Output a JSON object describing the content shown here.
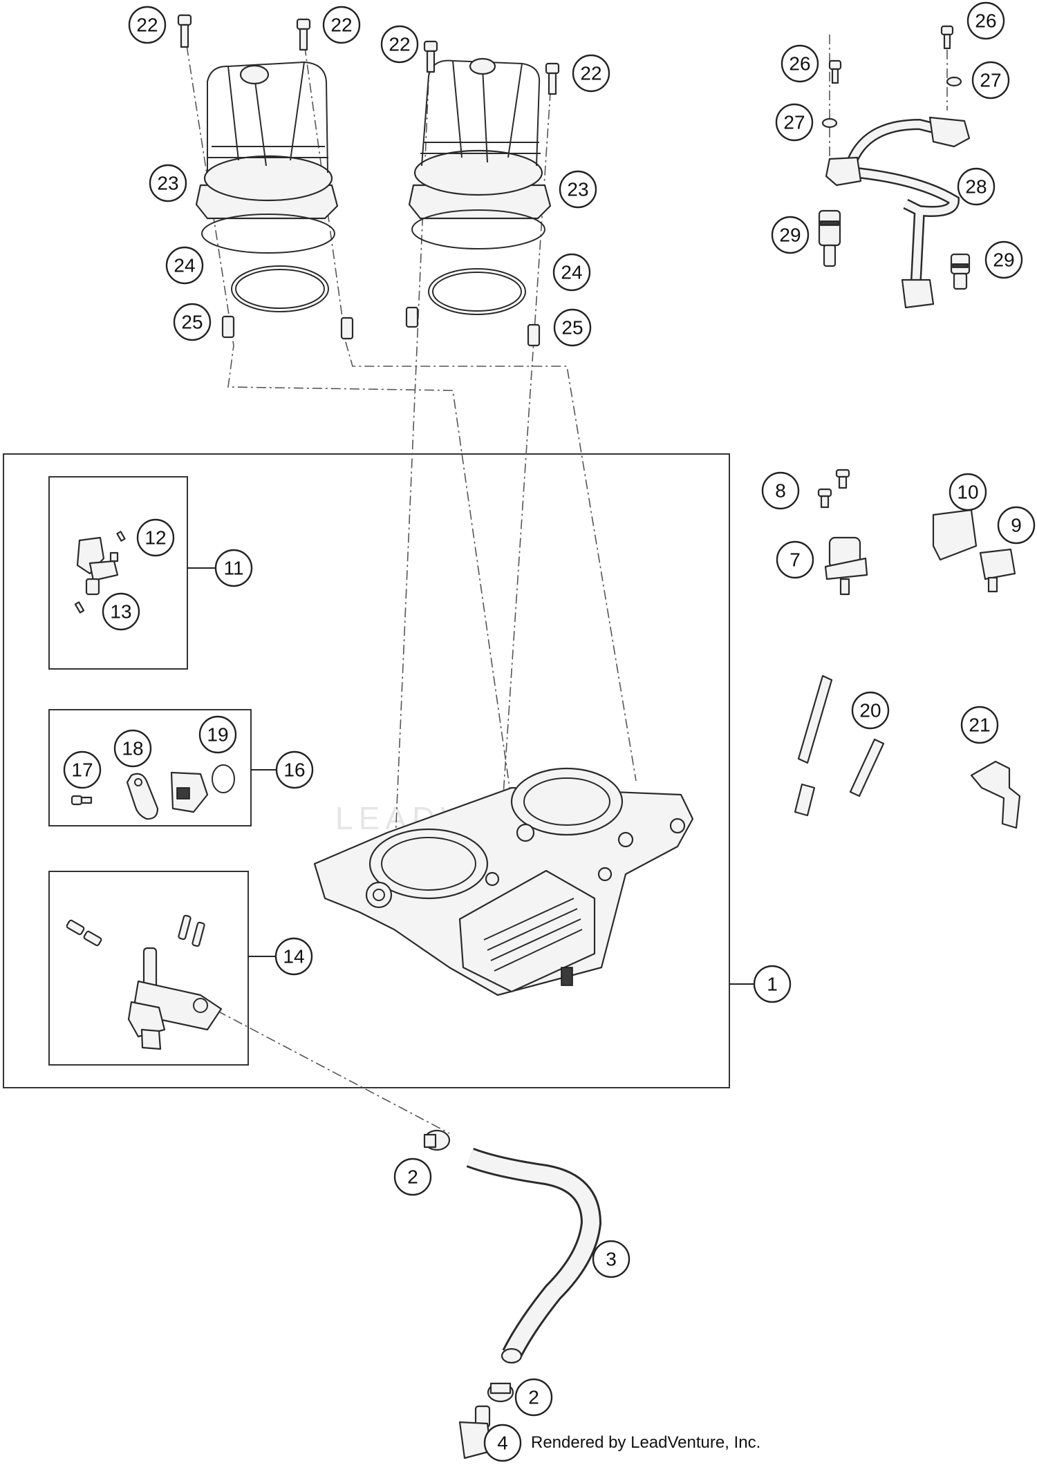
{
  "watermark": "LEADVENTURE",
  "credit": "Rendered by LeadVenture, Inc.",
  "callouts": {
    "c22a": "22",
    "c22b": "22",
    "c22c": "22",
    "c22d": "22",
    "c23a": "23",
    "c23b": "23",
    "c24a": "24",
    "c24b": "24",
    "c25a": "25",
    "c25b": "25",
    "c26a": "26",
    "c26b": "26",
    "c27a": "27",
    "c27b": "27",
    "c28": "28",
    "c29a": "29",
    "c29b": "29",
    "c1": "1",
    "c2a": "2",
    "c2b": "2",
    "c3": "3",
    "c4": "4",
    "c7": "7",
    "c8": "8",
    "c9": "9",
    "c10": "10",
    "c11": "11",
    "c12": "12",
    "c13": "13",
    "c14": "14",
    "c16": "16",
    "c17": "17",
    "c18": "18",
    "c19": "19",
    "c20": "20",
    "c21": "21"
  }
}
